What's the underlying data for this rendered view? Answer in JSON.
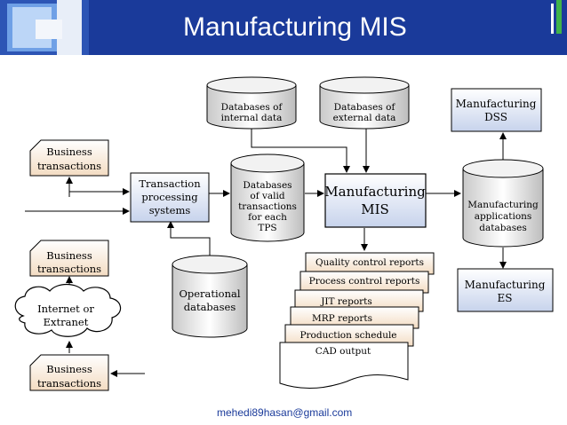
{
  "slide": {
    "title": "Manufacturing MIS",
    "footer": "mehedi89hasan@gmail.com"
  },
  "diagram": {
    "business_1": [
      "Business",
      "transactions"
    ],
    "business_2": [
      "Business",
      "transactions"
    ],
    "business_3": [
      "Business",
      "transactions"
    ],
    "internet": [
      "Internet or",
      "Extranet"
    ],
    "tps": [
      "Transaction",
      "processing",
      "systems"
    ],
    "operational": [
      "Operational",
      "databases"
    ],
    "db_internal": [
      "Databases of",
      "internal data"
    ],
    "db_external": [
      "Databases of",
      "external data"
    ],
    "db_valid": [
      "Databases",
      "of valid",
      "transactions",
      "for each",
      "TPS"
    ],
    "mis": [
      "Manufacturing",
      "MIS"
    ],
    "dss": [
      "Manufacturing",
      "DSS"
    ],
    "apps_db": [
      "Manufacturing",
      "applications",
      "databases"
    ],
    "es": [
      "Manufacturing",
      "ES"
    ],
    "reports": [
      "Quality control reports",
      "Process control reports",
      "JIT reports",
      "MRP reports",
      "Production schedule",
      "CAD output"
    ]
  }
}
